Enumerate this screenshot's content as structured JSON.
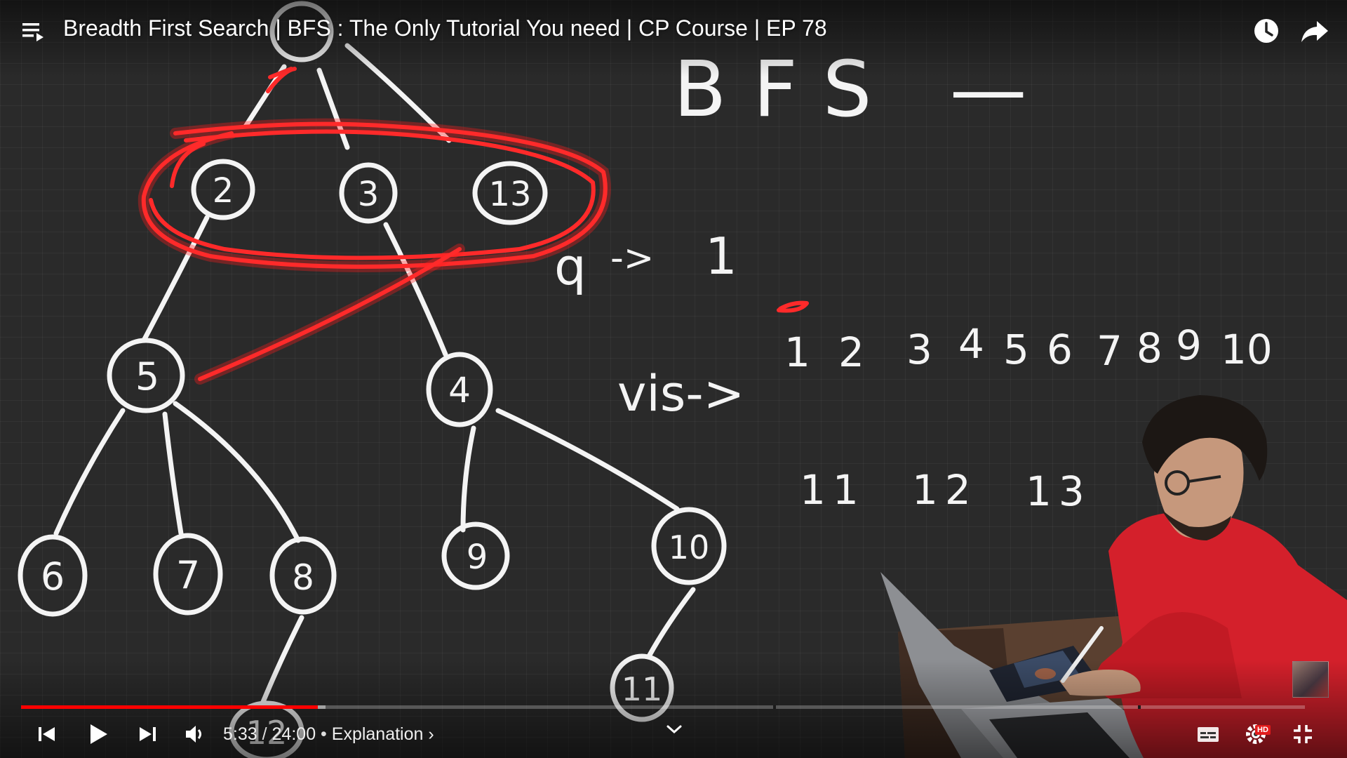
{
  "header": {
    "title": "Breadth First Search | BFS : The Only Tutorial You need | CP Course | EP 78"
  },
  "whiteboard": {
    "heading": "BFS —",
    "tree_nodes": [
      "2",
      "3",
      "13",
      "5",
      "4",
      "6",
      "7",
      "8",
      "9",
      "10",
      "11",
      "12"
    ],
    "queue_label": "q",
    "queue_arrow": "->",
    "queue_value": "1",
    "visited_label": "vis->",
    "visited_row1": [
      "1",
      "2",
      "3",
      "4",
      "5",
      "6",
      "7",
      "8",
      "9",
      "10"
    ],
    "visited_row2": [
      "11",
      "12",
      "13"
    ]
  },
  "controls": {
    "current_time": "5:33",
    "time_separator": "/",
    "duration": "24:00",
    "chapter_bullet": "•",
    "chapter": "Explanation",
    "chapter_chevron": "›",
    "progress_fraction": 0.2313,
    "buffered_fraction": 0.2055,
    "hd_badge": "HD"
  },
  "colors": {
    "accent": "#ff0000",
    "ink": "#f4f4f4",
    "highlight": "#ff2a2a",
    "background": "#2a2a2a"
  },
  "icons": {
    "playlist": "playlist-icon",
    "watch_later": "clock-icon",
    "share": "share-icon",
    "previous": "skip-previous-icon",
    "play": "play-icon",
    "next": "skip-next-icon",
    "volume": "volume-icon",
    "chapter_expand": "chevron-down-icon",
    "subtitles": "subtitles-icon",
    "settings": "gear-icon",
    "exit_fullscreen": "exit-fullscreen-icon"
  }
}
